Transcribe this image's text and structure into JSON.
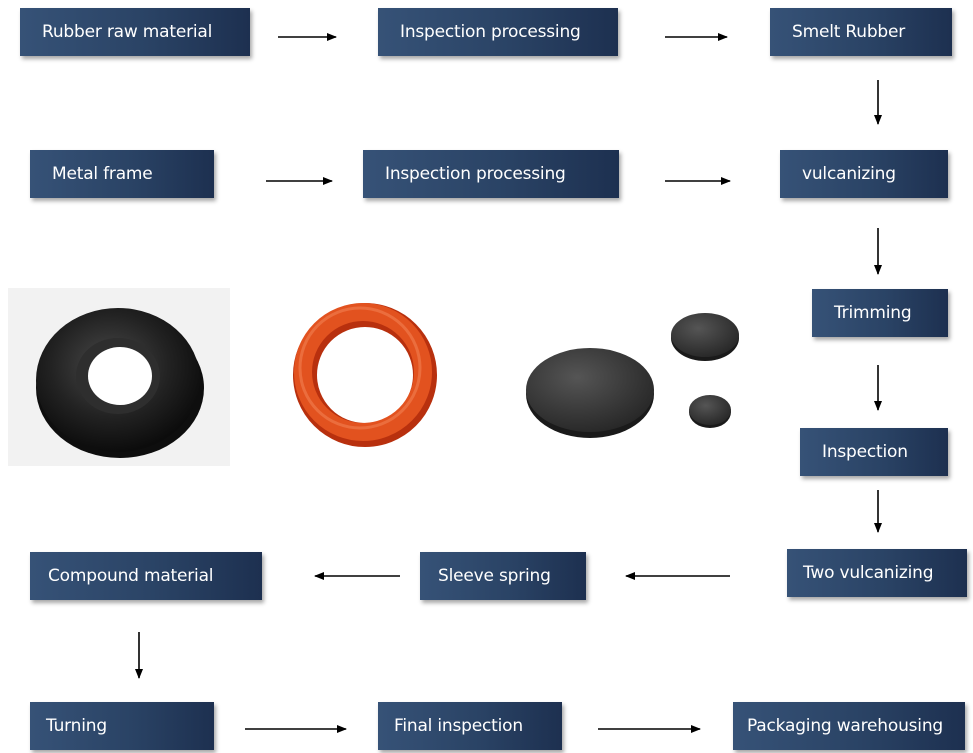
{
  "steps": {
    "rubber_raw_material": "Rubber raw material",
    "inspection_processing_1": "Inspection processing",
    "smelt_rubber": "Smelt Rubber",
    "metal_frame": "Metal frame",
    "inspection_processing_2": "Inspection processing",
    "vulcanizing": "vulcanizing",
    "trimming": "Trimming",
    "inspection": "Inspection",
    "two_vulcanizing": "Two vulcanizing",
    "sleeve_spring": "Sleeve spring",
    "compound_material": "Compound  material",
    "turning": "Turning",
    "final_inspection": "Final inspection",
    "packaging_warehousing": "Packaging warehousing"
  },
  "colors": {
    "box": "#2a4365",
    "arrow": "#000000",
    "o_ring": "#d9461c",
    "oil_seal": "#2b2b2b",
    "disc": "#3a3a3a"
  },
  "photos": [
    "oil-seal",
    "o-ring",
    "rubber-discs"
  ]
}
